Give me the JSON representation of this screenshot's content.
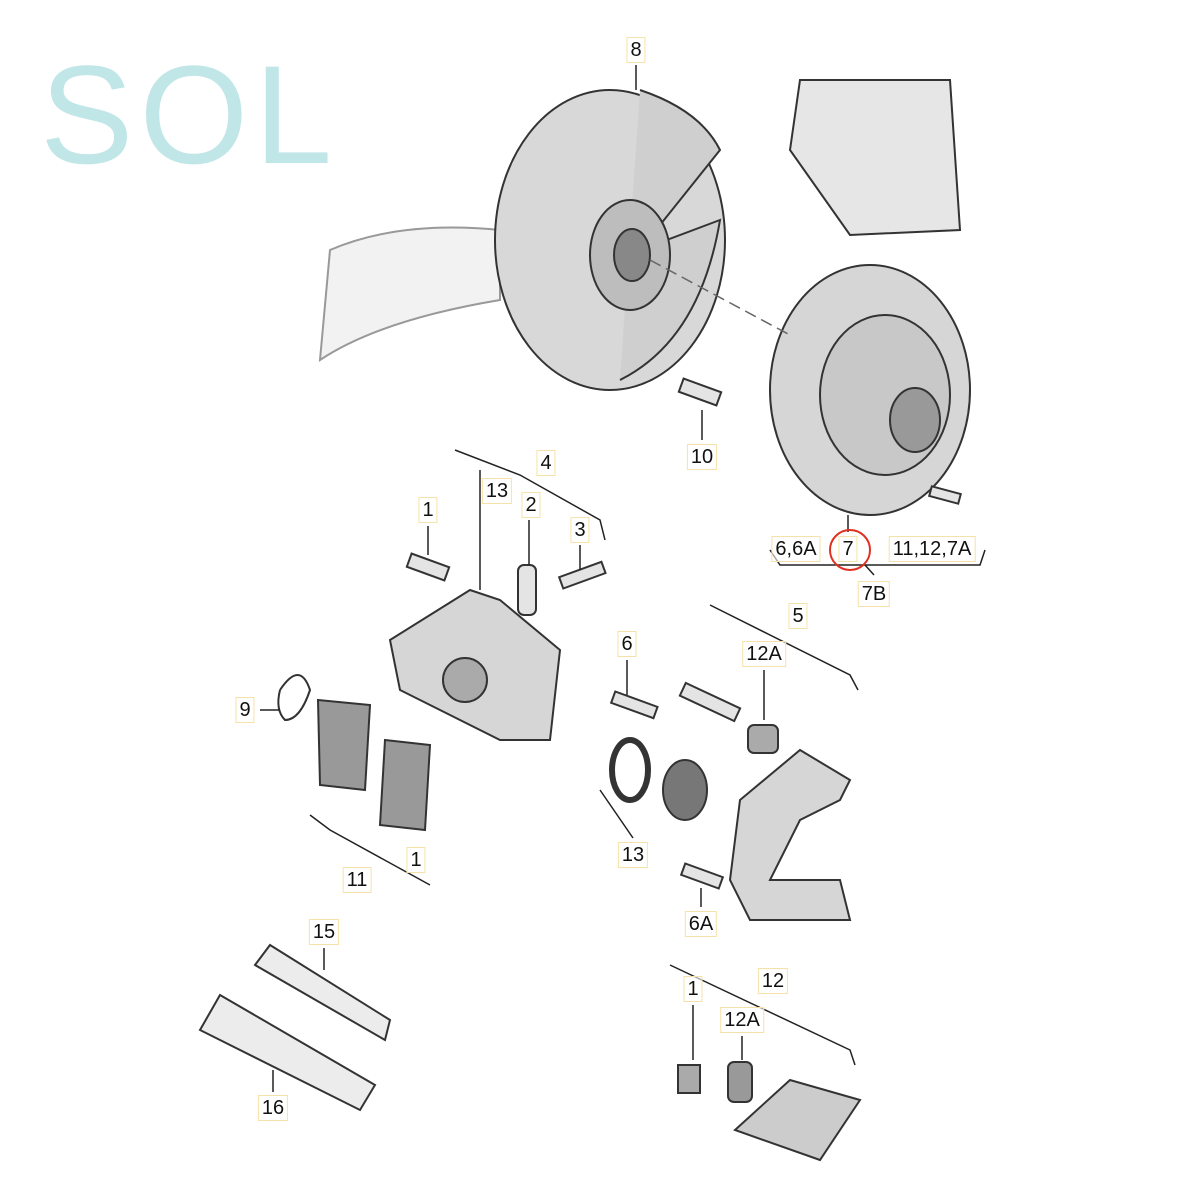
{
  "watermark": "SOL",
  "highlight_color": "#e03020",
  "labels": [
    "8",
    "10",
    "4",
    "13",
    "2",
    "1",
    "3",
    "6,6A",
    "7",
    "11,12,7A",
    "7B",
    "5",
    "12A",
    "6",
    "9",
    "1",
    "11",
    "13",
    "6A",
    "15",
    "12",
    "1",
    "12A",
    "16"
  ]
}
